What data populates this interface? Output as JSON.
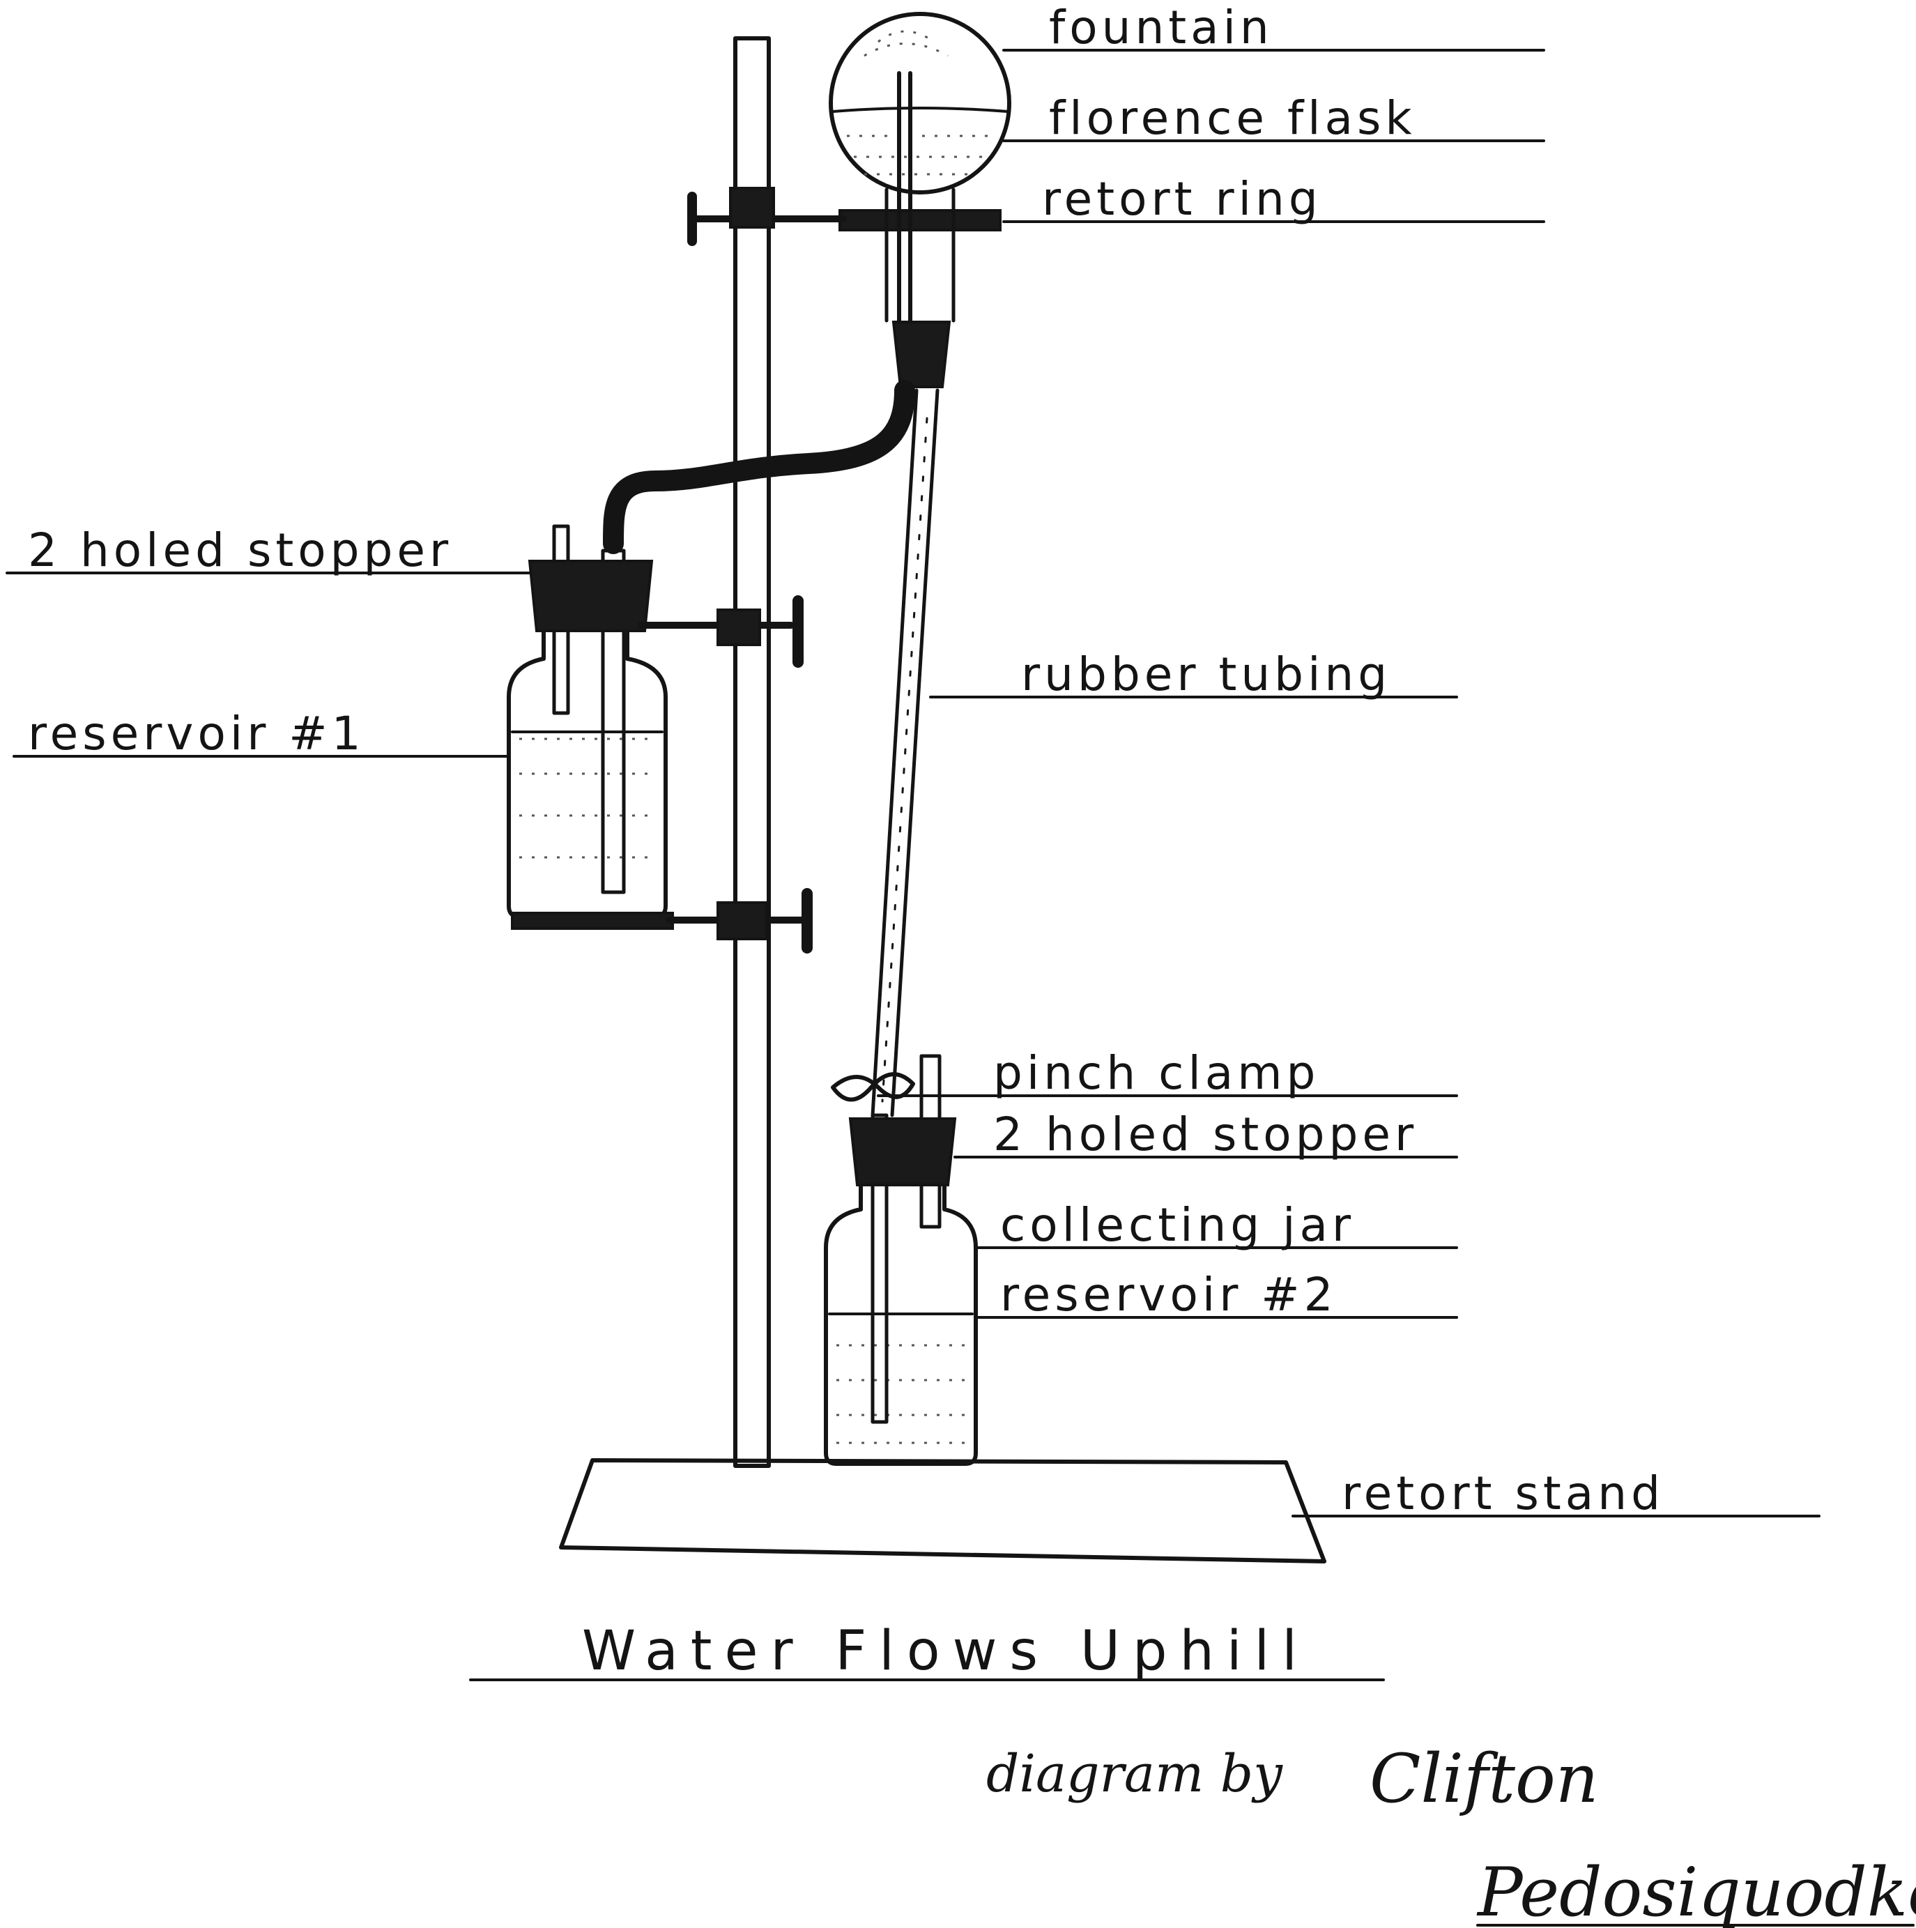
{
  "labels": {
    "fountain": "fountain",
    "florence_flask": "florence flask",
    "retort_ring": "retort ring",
    "stopper_top": "2 holed stopper",
    "reservoir_1": "reservoir #1",
    "rubber_tubing": "rubber tubing",
    "pinch_clamp": "pinch clamp",
    "stopper_bottom": "2 holed stopper",
    "collecting_jar": "collecting jar",
    "reservoir_2": "reservoir #2",
    "retort_stand": "retort stand"
  },
  "title": "Water Flows Uphill",
  "credit": {
    "prefix": "diagram by",
    "first_name": "Clifton",
    "last_name": "Pedosiquodke"
  },
  "colors": {
    "ink": "#141414",
    "paper": "#ffffff"
  }
}
